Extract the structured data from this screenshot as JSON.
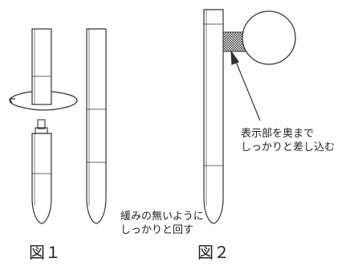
{
  "figure1": {
    "label": "図１",
    "caption_line1": "緩みの無いように",
    "caption_line2": "しっかりと回す"
  },
  "figure2": {
    "label": "図２",
    "caption_line1": "表示部を奥まで",
    "caption_line2": "しっかりと差し込む"
  },
  "colors": {
    "line": "#333333",
    "hatch": "#555555"
  }
}
